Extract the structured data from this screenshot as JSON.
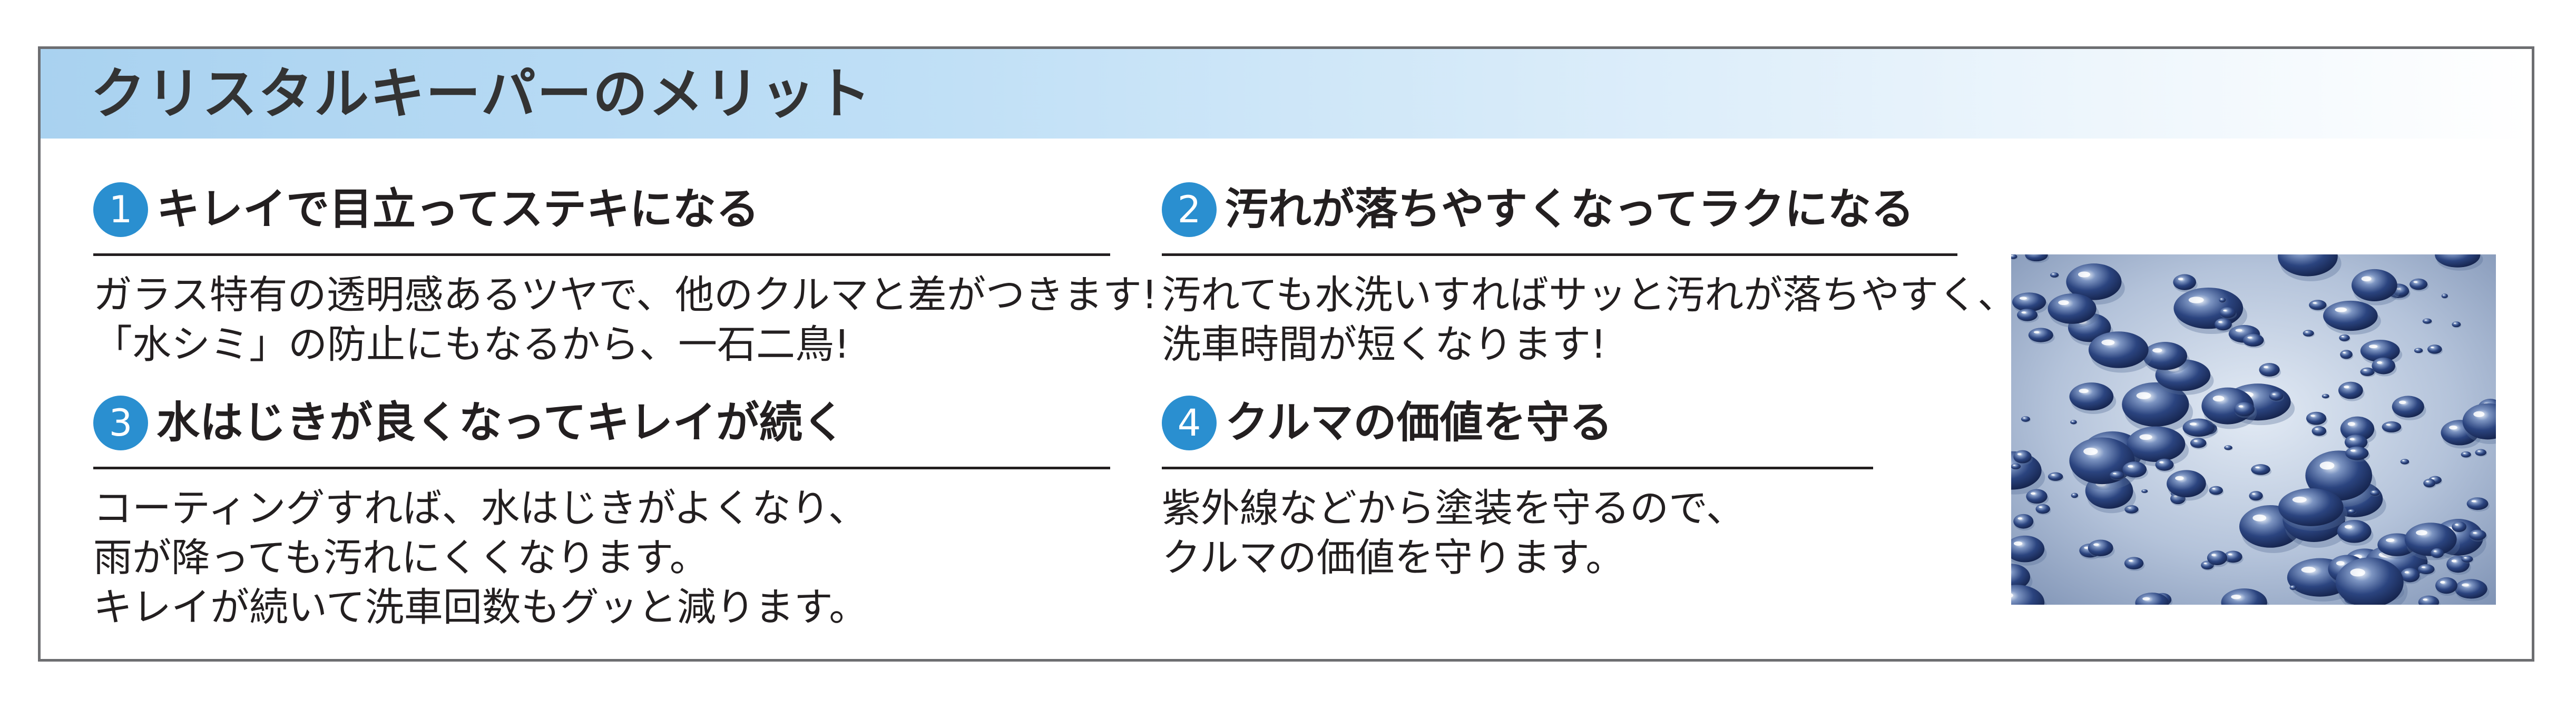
{
  "title": "クリスタルキーパーのメリット",
  "sections": [
    {
      "number": "1",
      "heading": "キレイで目立ってステキになる",
      "lines": [
        "ガラス特有の透明感あるツヤで、他のクルマと差がつきます!",
        "「水シミ」の防止にもなるから、一石二鳥!"
      ]
    },
    {
      "number": "2",
      "heading": "汚れが落ちやすくなってラクになる",
      "lines": [
        "汚れても水洗いすればサッと汚れが落ちやすく、",
        "洗車時間が短くなります!"
      ]
    },
    {
      "number": "3",
      "heading": "水はじきが良くなってキレイが続く",
      "lines": [
        "コーティングすれば、水はじきがよくなり、",
        "雨が降っても汚れにくくなります。",
        "キレイが続いて洗車回数もグッと減ります。"
      ]
    },
    {
      "number": "4",
      "heading": "クルマの価値を守る",
      "lines": [
        "紫外線などから塗装を守るので、",
        "クルマの価値を守ります。"
      ]
    }
  ],
  "colors": {
    "badge": "#2a8fd0",
    "title_band": "#a9d2f0",
    "border": "#6d6e71",
    "text": "#231f20"
  },
  "image": {
    "subject": "water droplets beading on a coated surface"
  }
}
